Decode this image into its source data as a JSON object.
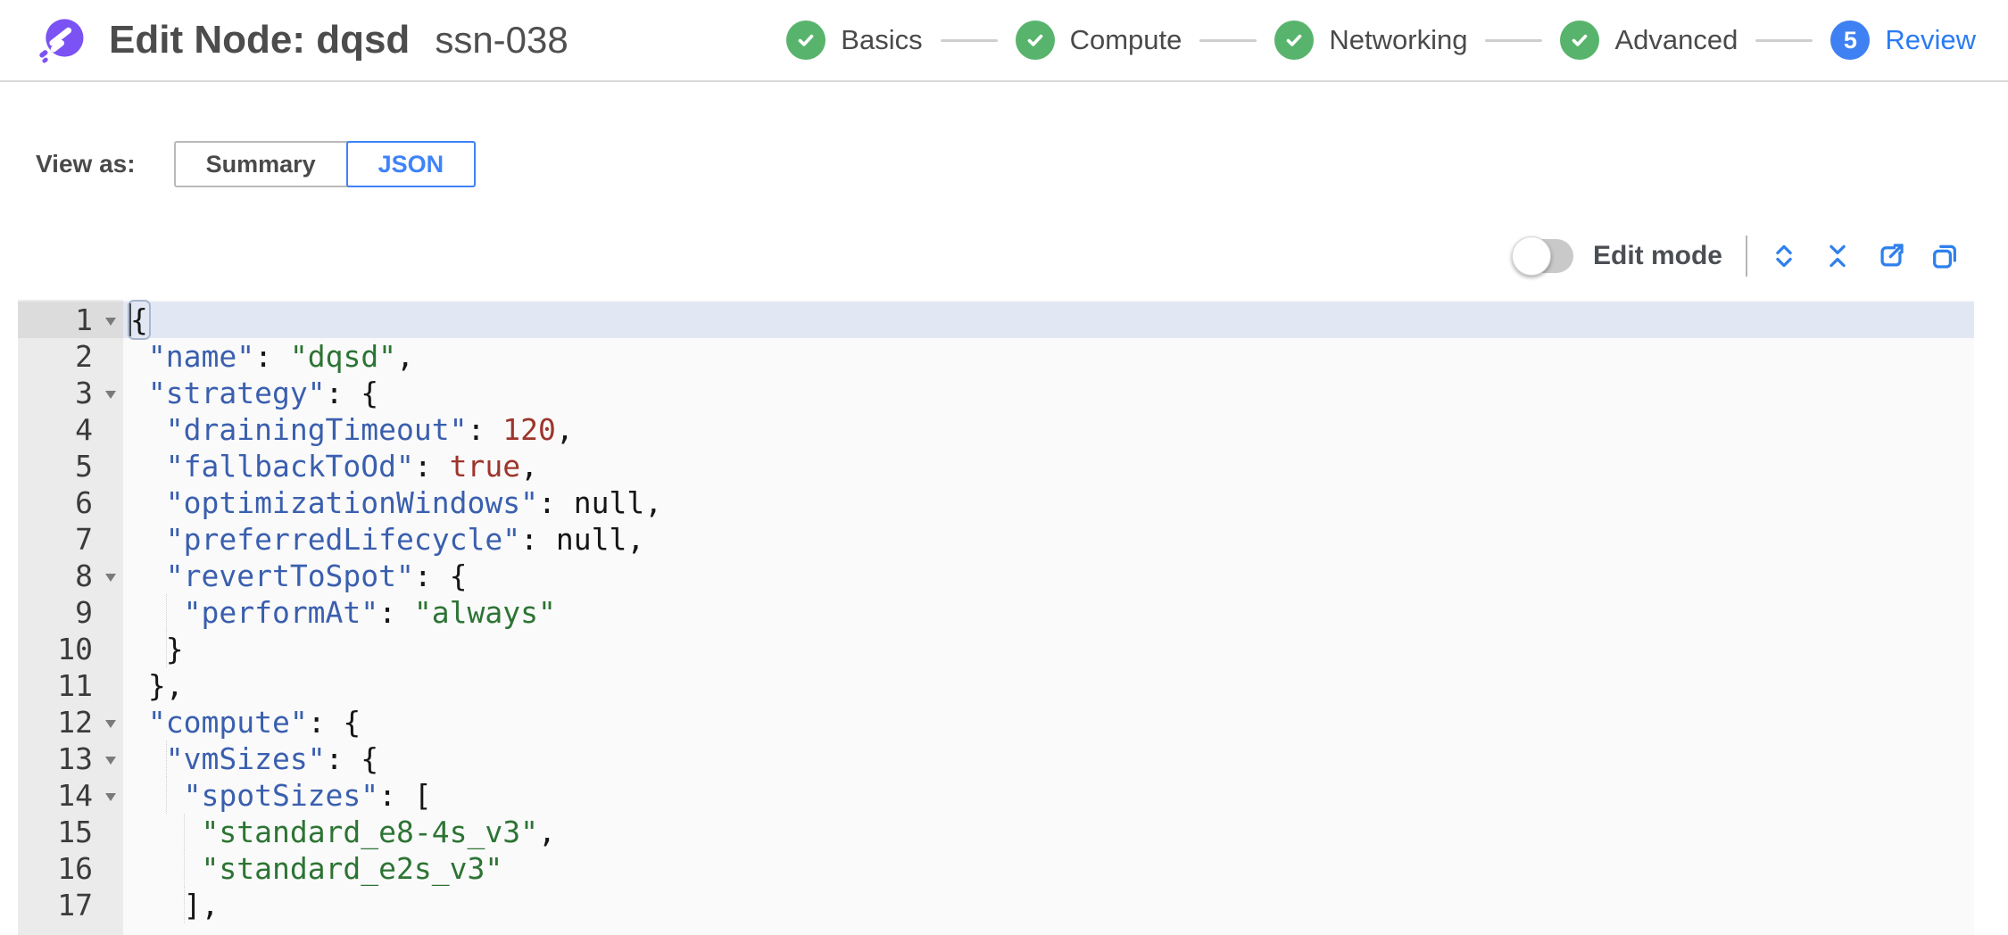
{
  "header": {
    "title": "Edit Node: dqsd",
    "subtitle": "ssn-038",
    "logo": "spot-logo",
    "steps": [
      {
        "label": "Basics",
        "state": "complete"
      },
      {
        "label": "Compute",
        "state": "complete"
      },
      {
        "label": "Networking",
        "state": "complete"
      },
      {
        "label": "Advanced",
        "state": "complete"
      },
      {
        "label": "Review",
        "state": "active",
        "number": "5"
      }
    ]
  },
  "view_as": {
    "label": "View as:",
    "options": [
      {
        "label": "Summary",
        "selected": false
      },
      {
        "label": "JSON",
        "selected": true
      }
    ]
  },
  "toolbar": {
    "edit_mode_label": "Edit mode",
    "edit_mode_on": false,
    "icons": [
      "expand-all",
      "collapse-all",
      "export",
      "copy"
    ]
  },
  "editor": {
    "language": "json",
    "active_line": 1,
    "lines": [
      {
        "num": 1,
        "fold": true,
        "cursor": true,
        "guides": [],
        "segs": [
          [
            "bm",
            "{"
          ]
        ]
      },
      {
        "num": 2,
        "fold": false,
        "guides": [],
        "segs": [
          [
            "p",
            " "
          ],
          [
            "k",
            "\"name\""
          ],
          [
            "p",
            ": "
          ],
          [
            "s",
            "\"dqsd\""
          ],
          [
            "p",
            ","
          ]
        ]
      },
      {
        "num": 3,
        "fold": true,
        "guides": [],
        "segs": [
          [
            "p",
            " "
          ],
          [
            "k",
            "\"strategy\""
          ],
          [
            "p",
            ": {"
          ]
        ]
      },
      {
        "num": 4,
        "fold": false,
        "guides": [],
        "segs": [
          [
            "p",
            "  "
          ],
          [
            "k",
            "\"drainingTimeout\""
          ],
          [
            "p",
            ": "
          ],
          [
            "n",
            "120"
          ],
          [
            "p",
            ","
          ]
        ]
      },
      {
        "num": 5,
        "fold": false,
        "guides": [],
        "segs": [
          [
            "p",
            "  "
          ],
          [
            "k",
            "\"fallbackToOd\""
          ],
          [
            "p",
            ": "
          ],
          [
            "b",
            "true"
          ],
          [
            "p",
            ","
          ]
        ]
      },
      {
        "num": 6,
        "fold": false,
        "guides": [],
        "segs": [
          [
            "p",
            "  "
          ],
          [
            "k",
            "\"optimizationWindows\""
          ],
          [
            "p",
            ": "
          ],
          [
            "u",
            "null"
          ],
          [
            "p",
            ","
          ]
        ]
      },
      {
        "num": 7,
        "fold": false,
        "guides": [],
        "segs": [
          [
            "p",
            "  "
          ],
          [
            "k",
            "\"preferredLifecycle\""
          ],
          [
            "p",
            ": "
          ],
          [
            "u",
            "null"
          ],
          [
            "p",
            ","
          ]
        ]
      },
      {
        "num": 8,
        "fold": true,
        "guides": [],
        "segs": [
          [
            "p",
            "  "
          ],
          [
            "k",
            "\"revertToSpot\""
          ],
          [
            "p",
            ": {"
          ]
        ]
      },
      {
        "num": 9,
        "fold": false,
        "guides": [
          2
        ],
        "segs": [
          [
            "p",
            "   "
          ],
          [
            "k",
            "\"performAt\""
          ],
          [
            "p",
            ": "
          ],
          [
            "s",
            "\"always\""
          ]
        ]
      },
      {
        "num": 10,
        "fold": false,
        "guides": [
          2
        ],
        "segs": [
          [
            "p",
            "  }"
          ]
        ]
      },
      {
        "num": 11,
        "fold": false,
        "guides": [],
        "segs": [
          [
            "p",
            " },"
          ]
        ]
      },
      {
        "num": 12,
        "fold": true,
        "guides": [],
        "segs": [
          [
            "p",
            " "
          ],
          [
            "k",
            "\"compute\""
          ],
          [
            "p",
            ": {"
          ]
        ]
      },
      {
        "num": 13,
        "fold": true,
        "guides": [
          2
        ],
        "segs": [
          [
            "p",
            "  "
          ],
          [
            "k",
            "\"vmSizes\""
          ],
          [
            "p",
            ": {"
          ]
        ]
      },
      {
        "num": 14,
        "fold": true,
        "guides": [
          2
        ],
        "segs": [
          [
            "p",
            "   "
          ],
          [
            "k",
            "\"spotSizes\""
          ],
          [
            "p",
            ": ["
          ]
        ]
      },
      {
        "num": 15,
        "fold": false,
        "guides": [
          3
        ],
        "segs": [
          [
            "p",
            "    "
          ],
          [
            "s",
            "\"standard_e8-4s_v3\""
          ],
          [
            "p",
            ","
          ]
        ]
      },
      {
        "num": 16,
        "fold": false,
        "guides": [
          3
        ],
        "segs": [
          [
            "p",
            "    "
          ],
          [
            "s",
            "\"standard_e2s_v3\""
          ]
        ]
      },
      {
        "num": 17,
        "fold": false,
        "guides": [
          3
        ],
        "segs": [
          [
            "p",
            "   ],"
          ]
        ]
      }
    ]
  },
  "colors": {
    "logo_purple": "#7b52f3",
    "step_complete_green": "#58b46c",
    "step_active_blue": "#3f80f2",
    "accent_blue": "#2f80ed",
    "json_key": "#3a5fae",
    "json_string": "#2d7434",
    "json_number": "#9d352c",
    "editor_bg": "#fafafa",
    "gutter_bg": "#ebebeb",
    "active_line_bg": "#e2e8f3"
  }
}
